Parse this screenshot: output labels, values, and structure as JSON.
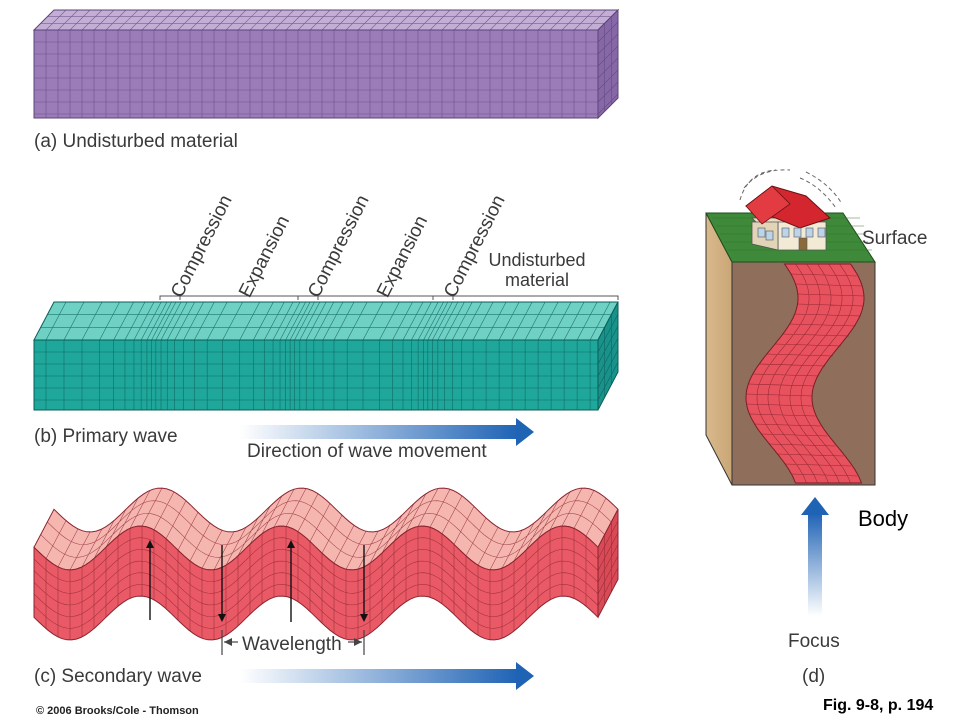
{
  "labels": {
    "a": "(a) Undisturbed material",
    "b": "(b) Primary wave",
    "c": "(c) Secondary wave",
    "d": "(d)",
    "direction": "Direction of wave movement",
    "wavelength": "Wavelength",
    "compression": "Compression",
    "expansion": "Expansion",
    "undisturbed_line1": "Undisturbed",
    "undisturbed_line2": "material",
    "surface": "Surface",
    "focus": "Focus",
    "body": "Body",
    "figure": "Fig. 9-8, p. 194",
    "copyright": "© 2006 Brooks/Cole - Thomson"
  },
  "colors": {
    "purple_face": "#9b7cb8",
    "purple_top": "#c3aed6",
    "teal_face": "#1fa79c",
    "teal_top": "#6fd0c4",
    "red_face": "#ea5a66",
    "red_top": "#f6b6b0",
    "arrow_blue": "#1f63b5"
  }
}
